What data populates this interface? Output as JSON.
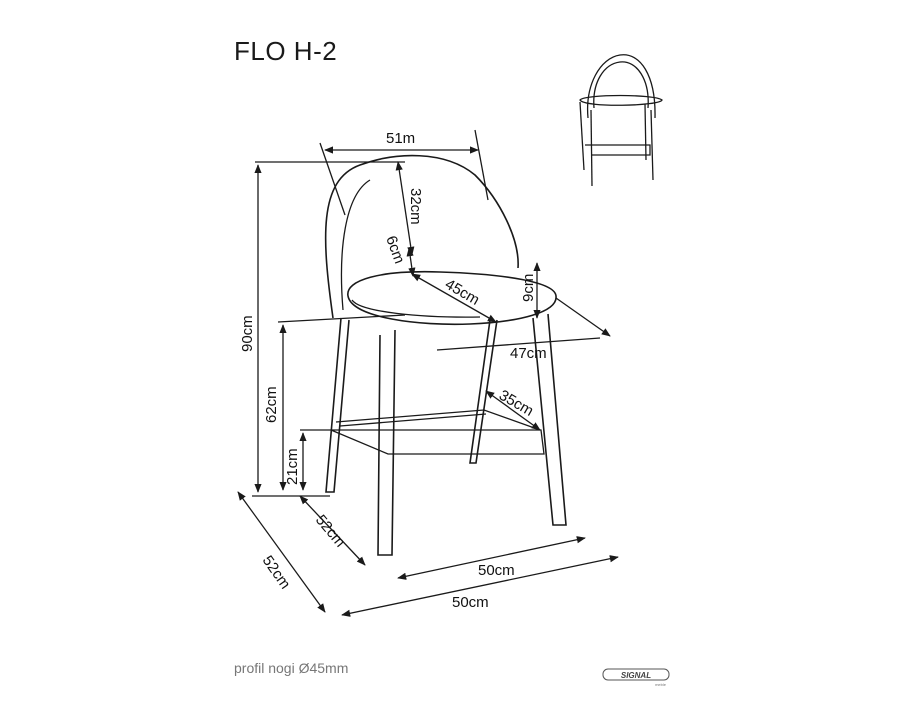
{
  "title": "FLO H-2",
  "footer_note": "profil nogi Ø45mm",
  "logo": {
    "text": "SIGNAL",
    "subtext": "meble"
  },
  "dimensions": {
    "back_width": "51m",
    "back_height": "32cm",
    "gap_height": "6cm",
    "seat_depth": "45cm",
    "seat_thickness": "9cm",
    "seat_width": "47cm",
    "total_height": "90cm",
    "seat_height": "62cm",
    "footrest_height": "21cm",
    "footrest_depth": "35cm",
    "inner_depth": "52cm",
    "outer_depth": "52cm",
    "inner_width": "50cm",
    "outer_width": "50cm"
  }
}
